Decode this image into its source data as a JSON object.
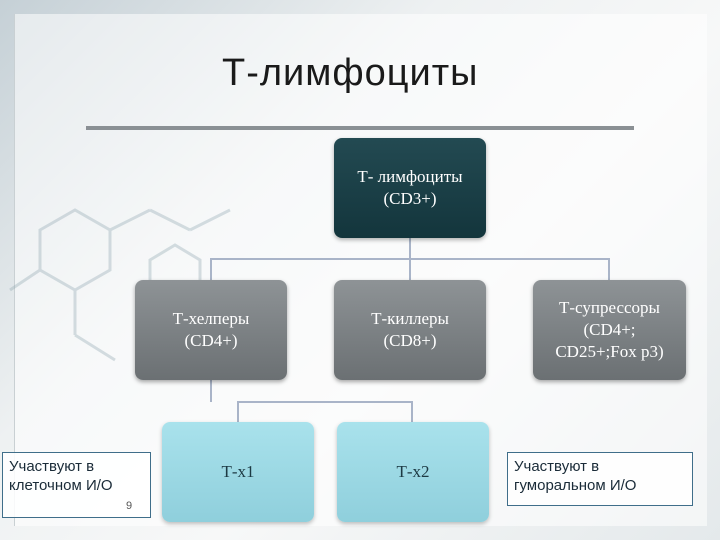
{
  "slide": {
    "title": "Т-лимфоциты",
    "page_number": "9"
  },
  "diagram": {
    "root": {
      "line1": "Т- лимфоциты",
      "line2": "(CD3+)"
    },
    "level2": [
      {
        "line1": "Т-хелперы",
        "line2": "(CD4+)"
      },
      {
        "line1": "Т-киллеры",
        "line2": "(CD8+)"
      },
      {
        "line1": "Т-супрессоры",
        "line2": "(CD4+;",
        "line3": "CD25+;Fox p3)"
      }
    ],
    "level3": [
      {
        "label": "Т-х1"
      },
      {
        "label": "Т-х2"
      }
    ]
  },
  "notes": {
    "left": {
      "line1": "Участвуют в",
      "line2": "клеточном И/О"
    },
    "right": {
      "line1": "Участвуют в",
      "line2": "гуморальном И/О"
    }
  }
}
